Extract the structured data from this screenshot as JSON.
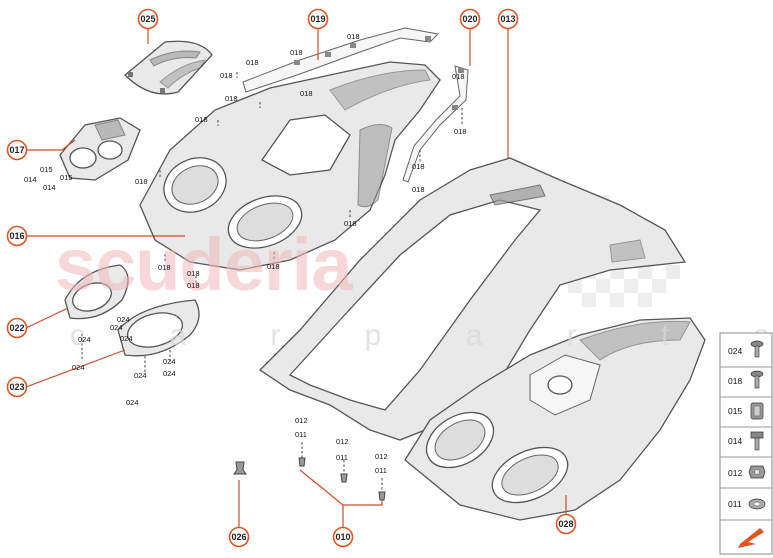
{
  "watermark": {
    "brand": "scuderia",
    "sub": "c a r p a r t s"
  },
  "callouts": [
    {
      "id": "c025",
      "label": "025"
    },
    {
      "id": "c019",
      "label": "019"
    },
    {
      "id": "c020",
      "label": "020"
    },
    {
      "id": "c013",
      "label": "013"
    },
    {
      "id": "c017",
      "label": "017"
    },
    {
      "id": "c016",
      "label": "016"
    },
    {
      "id": "c022",
      "label": "022"
    },
    {
      "id": "c023",
      "label": "023"
    },
    {
      "id": "c026",
      "label": "026"
    },
    {
      "id": "c010",
      "label": "010"
    },
    {
      "id": "c028",
      "label": "028"
    }
  ],
  "small_labels": [
    "018",
    "018",
    "018",
    "018",
    "018",
    "018",
    "018",
    "018",
    "018",
    "018",
    "018",
    "018",
    "018",
    "018",
    "018",
    "018",
    "018",
    "015",
    "014",
    "015",
    "014",
    "024",
    "024",
    "024",
    "024",
    "024",
    "024",
    "024",
    "024",
    "024",
    "012",
    "011",
    "012",
    "011",
    "012",
    "011"
  ],
  "legend": {
    "items": [
      {
        "code": "024",
        "icon": "screw-icon"
      },
      {
        "code": "018",
        "icon": "screw-icon"
      },
      {
        "code": "015",
        "icon": "spring-nut-icon"
      },
      {
        "code": "014",
        "icon": "bolt-icon"
      },
      {
        "code": "012",
        "icon": "nut-icon"
      },
      {
        "code": "011",
        "icon": "washer-icon"
      }
    ],
    "nav_icon": "arrow-back-icon",
    "accent": "#e2531f"
  },
  "colors": {
    "callout_ring": "#e2531f",
    "leader": "#c8502a",
    "watermark": "#f2b8b8"
  }
}
